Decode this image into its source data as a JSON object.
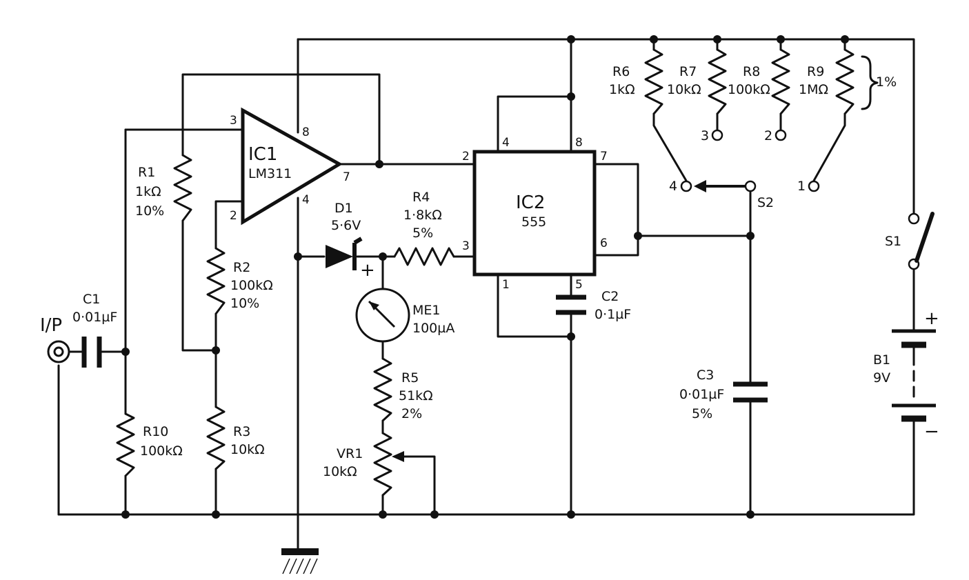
{
  "colors": {
    "ink": "#111111",
    "paper": "#ffffff"
  },
  "ic1": {
    "ref": "IC1",
    "part": "LM311",
    "pins": {
      "p3": "3",
      "p2": "2",
      "p8": "8",
      "p4": "4",
      "p7": "7"
    }
  },
  "ic2": {
    "ref": "IC2",
    "part": "555",
    "pins": {
      "p2": "2",
      "p4": "4",
      "p8": "8",
      "p7": "7",
      "p3": "3",
      "p6": "6",
      "p1": "1",
      "p5": "5"
    }
  },
  "input": {
    "label": "I/P"
  },
  "c1": {
    "ref": "C1",
    "value": "0·01µF"
  },
  "c2": {
    "ref": "C2",
    "value": "0·1µF"
  },
  "c3": {
    "ref": "C3",
    "value": "0·01µF",
    "tol": "5%"
  },
  "r1": {
    "ref": "R1",
    "value": "1kΩ",
    "tol": "10%"
  },
  "r2": {
    "ref": "R2",
    "value": "100kΩ",
    "tol": "10%"
  },
  "r3": {
    "ref": "R3",
    "value": "10kΩ"
  },
  "r4": {
    "ref": "R4",
    "value": "1·8kΩ",
    "tol": "5%"
  },
  "r5": {
    "ref": "R5",
    "value": "51kΩ",
    "tol": "2%"
  },
  "r6": {
    "ref": "R6",
    "value": "1kΩ"
  },
  "r7": {
    "ref": "R7",
    "value": "10kΩ"
  },
  "r8": {
    "ref": "R8",
    "value": "100kΩ"
  },
  "r9": {
    "ref": "R9",
    "value": "1MΩ"
  },
  "r6to9_tol": "1%",
  "r10": {
    "ref": "R10",
    "value": "100kΩ"
  },
  "vr1": {
    "ref": "VR1",
    "value": "10kΩ"
  },
  "d1": {
    "ref": "D1",
    "value": "5·6V",
    "polarity": "+"
  },
  "me1": {
    "ref": "ME1",
    "value": "100µA"
  },
  "s1": {
    "ref": "S1"
  },
  "s2": {
    "ref": "S2",
    "positions": [
      "1",
      "2",
      "3",
      "4"
    ]
  },
  "b1": {
    "ref": "B1",
    "value": "9V",
    "plus": "+",
    "minus": "−"
  }
}
